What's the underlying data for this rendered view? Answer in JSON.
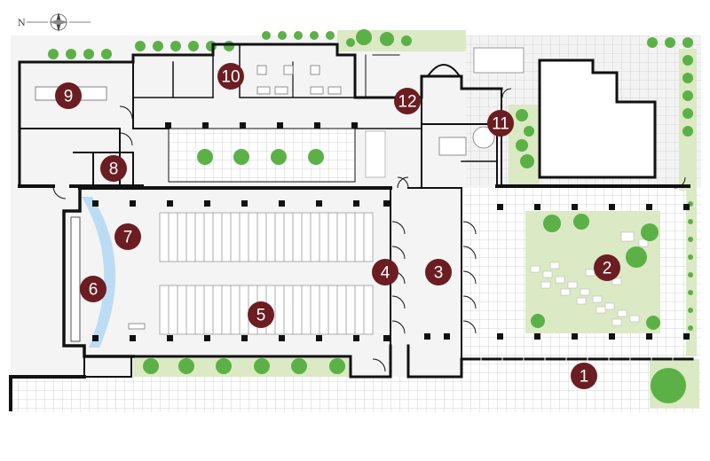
{
  "compass": {
    "label": "N",
    "icon": "compass-rose-icon"
  },
  "colors": {
    "marker": "#6b1d22",
    "wall": "#111111",
    "lawn": "#dbe9c4",
    "tree": "#5bb146",
    "tile_line": "#c9c9c9",
    "water": "#bcdcf4"
  },
  "markers": [
    {
      "id": "1",
      "label": "1"
    },
    {
      "id": "2",
      "label": "2"
    },
    {
      "id": "3",
      "label": "3"
    },
    {
      "id": "4",
      "label": "4"
    },
    {
      "id": "5",
      "label": "5"
    },
    {
      "id": "6",
      "label": "6"
    },
    {
      "id": "7",
      "label": "7"
    },
    {
      "id": "8",
      "label": "8"
    },
    {
      "id": "9",
      "label": "9"
    },
    {
      "id": "10",
      "label": "10"
    },
    {
      "id": "11",
      "label": "11"
    },
    {
      "id": "12",
      "label": "12"
    }
  ]
}
